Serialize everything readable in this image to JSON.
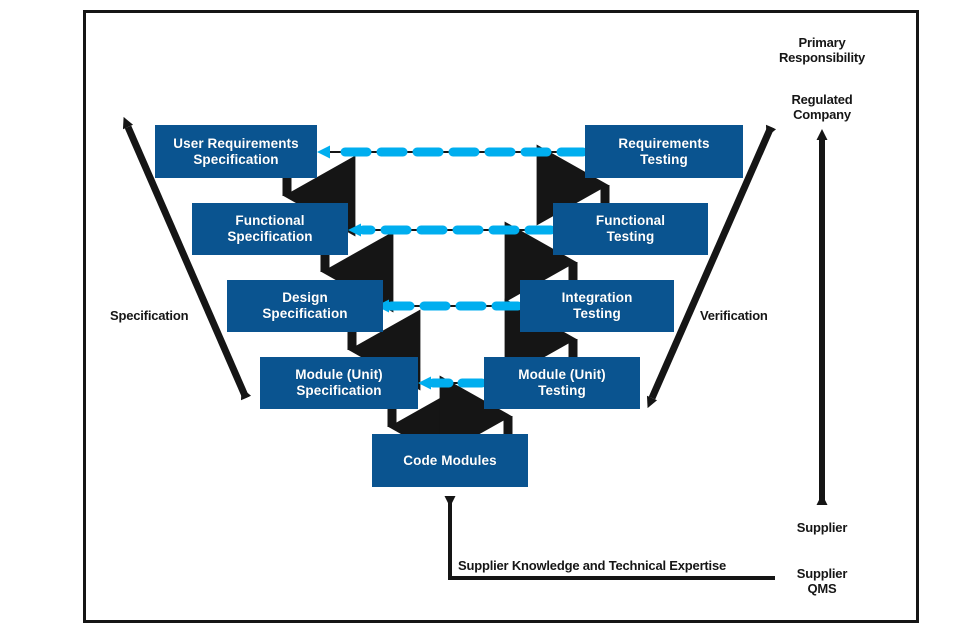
{
  "diagram": {
    "title_present": false,
    "colors": {
      "node_fill": "#0A5490",
      "node_text": "#FFFFFF",
      "black_arrow": "#151515",
      "cyan_arrow": "#00AEEF",
      "border": "#151515",
      "background": "#FFFFFF"
    },
    "left_branch_label": "Specification",
    "right_branch_label": "Verification",
    "nodes": {
      "user_requirements_specification": "User Requirements\nSpecification",
      "functional_specification": "Functional\nSpecification",
      "design_specification": "Design\nSpecification",
      "module_unit_specification": "Module (Unit)\nSpecification",
      "code_modules": "Code Modules",
      "module_unit_testing": "Module (Unit)\nTesting",
      "integration_testing": "Integration\nTesting",
      "functional_testing": "Functional\nTesting",
      "requirements_testing": "Requirements\nTesting"
    },
    "responsibility": {
      "heading": "Primary\nResponsibility",
      "top_label": "Regulated\nCompany",
      "bottom_label": "Supplier",
      "qms_label": "Supplier\nQMS"
    },
    "bottom_note": "Supplier Knowledge and Technical Expertise",
    "edges": [
      {
        "from": "user_requirements_specification",
        "to": "functional_specification",
        "style": "black-down"
      },
      {
        "from": "functional_specification",
        "to": "design_specification",
        "style": "black-down"
      },
      {
        "from": "design_specification",
        "to": "module_unit_specification",
        "style": "black-down"
      },
      {
        "from": "module_unit_specification",
        "to": "code_modules",
        "style": "black-down"
      },
      {
        "from": "code_modules",
        "to": "module_unit_testing",
        "style": "black-up"
      },
      {
        "from": "module_unit_testing",
        "to": "integration_testing",
        "style": "black-up"
      },
      {
        "from": "integration_testing",
        "to": "functional_testing",
        "style": "black-up"
      },
      {
        "from": "functional_testing",
        "to": "requirements_testing",
        "style": "black-up"
      },
      {
        "from": "requirements_testing",
        "to": "user_requirements_specification",
        "style": "cyan-dashed-left"
      },
      {
        "from": "functional_testing",
        "to": "functional_specification",
        "style": "cyan-dashed-left"
      },
      {
        "from": "integration_testing",
        "to": "design_specification",
        "style": "cyan-dashed-left"
      },
      {
        "from": "module_unit_testing",
        "to": "module_unit_specification",
        "style": "cyan-dashed-left"
      }
    ]
  }
}
